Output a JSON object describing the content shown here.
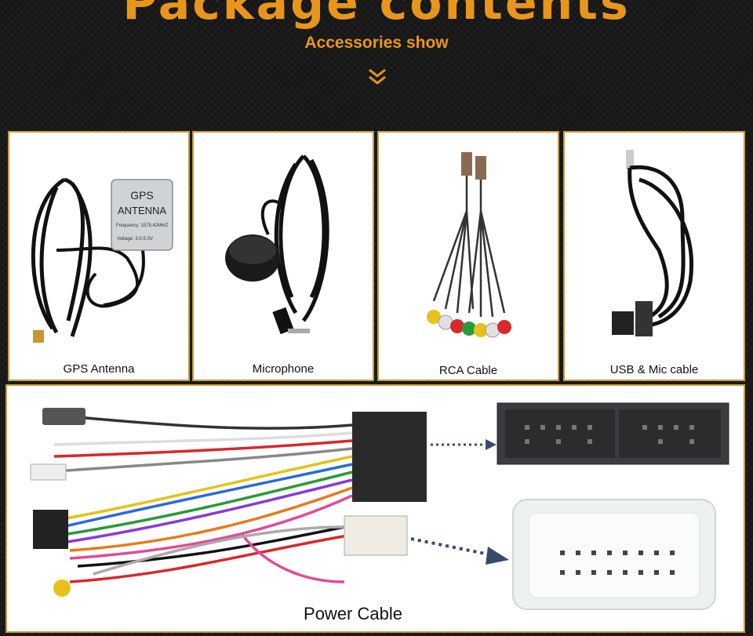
{
  "header": {
    "title": "Package contents",
    "subtitle": "Accessories show",
    "scroll_icon": "double-chevron-down-icon"
  },
  "accessories": [
    {
      "label": "GPS Antenna",
      "tag_line1": "GPS",
      "tag_line2": "ANTENNA",
      "tag_freq": "Frequency: 1575.42MHZ",
      "tag_volt": "Voltage: 3.0-5.0V"
    },
    {
      "label": "Microphone"
    },
    {
      "label": "RCA Cable"
    },
    {
      "label": "USB & Mic cable"
    }
  ],
  "power": {
    "label": "Power Cable"
  },
  "colors": {
    "accent": "#e8961a",
    "border": "#c89a3e",
    "background": "#1a1a1a"
  }
}
